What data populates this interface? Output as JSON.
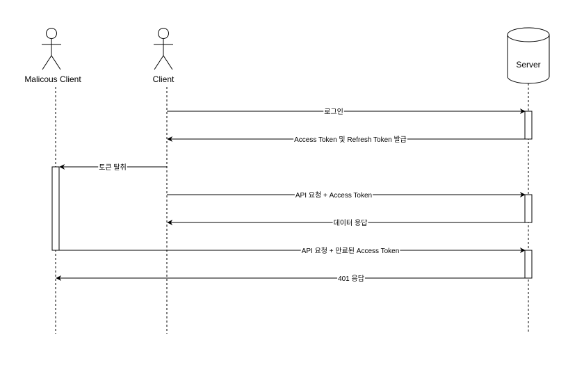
{
  "participants": {
    "malicious": {
      "label": "Malicous Client"
    },
    "client": {
      "label": "Client"
    },
    "server": {
      "label": "Server"
    }
  },
  "messages": [
    {
      "label": "로그인",
      "from": "client",
      "to": "server",
      "style": "solid"
    },
    {
      "label": "Access Token 및 Refresh Token 발급",
      "from": "server",
      "to": "client",
      "style": "solid"
    },
    {
      "label": "토큰 탈취",
      "from": "client",
      "to": "malicious",
      "style": "solid"
    },
    {
      "label": "API 요청 + Access Token",
      "from": "client",
      "to": "server",
      "style": "solid"
    },
    {
      "label": "데이터 응답",
      "from": "server",
      "to": "client",
      "style": "solid"
    },
    {
      "label": "API 요청 + 만료된 Access Token",
      "from": "malicious",
      "to": "server",
      "style": "solid"
    },
    {
      "label": "401 응답",
      "from": "server",
      "to": "malicious",
      "style": "solid"
    }
  ],
  "colors": {
    "line": "#000000",
    "background": "#ffffff"
  }
}
